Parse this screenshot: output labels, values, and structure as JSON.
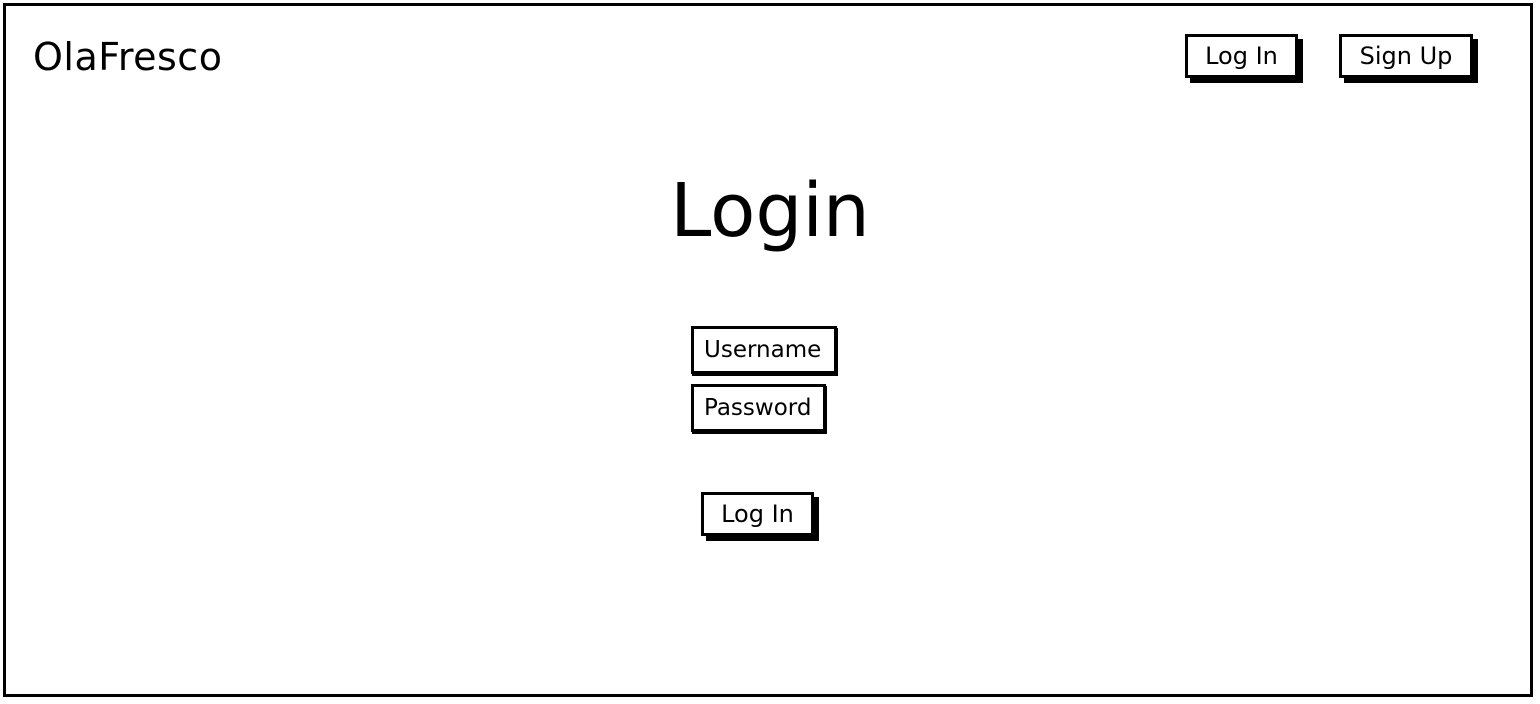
{
  "app": {
    "logo_text": "OlaFresco"
  },
  "nav": {
    "login_label": "Log In",
    "signup_label": "Sign Up"
  },
  "main": {
    "title": "Login",
    "username_placeholder": "Username",
    "password_placeholder": "Password",
    "submit_label": "Log In"
  },
  "colors": {
    "ink": "#000000",
    "background": "#ffffff"
  }
}
